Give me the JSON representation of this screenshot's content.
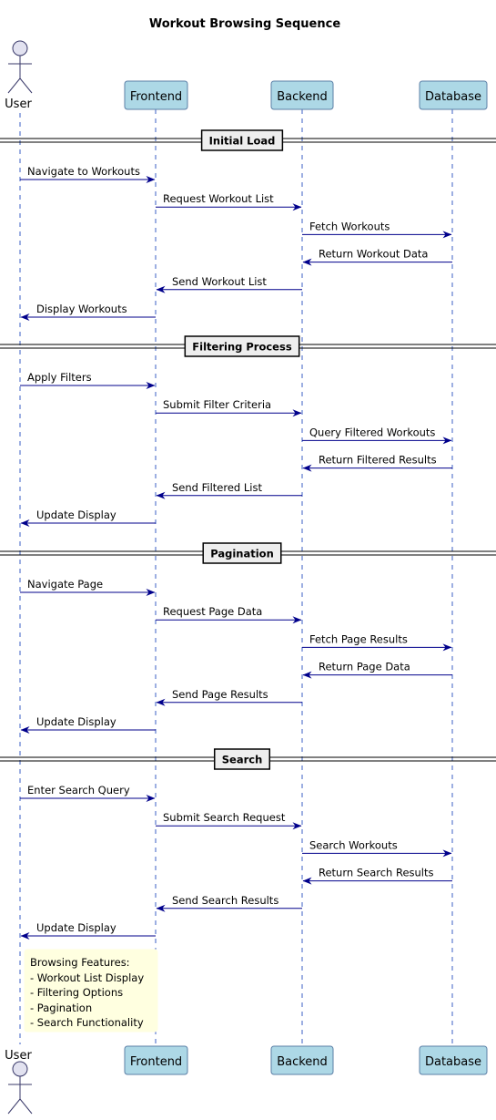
{
  "title": "Workout Browsing Sequence",
  "actor": {
    "label": "User"
  },
  "participants": [
    "Frontend",
    "Backend",
    "Database"
  ],
  "sections": [
    {
      "label": "Initial Load",
      "messages": [
        {
          "from": 0,
          "to": 1,
          "text": "Navigate to Workouts"
        },
        {
          "from": 1,
          "to": 2,
          "text": "Request Workout List"
        },
        {
          "from": 2,
          "to": 3,
          "text": "Fetch Workouts"
        },
        {
          "from": 3,
          "to": 2,
          "text": "Return Workout Data"
        },
        {
          "from": 2,
          "to": 1,
          "text": "Send Workout List"
        },
        {
          "from": 1,
          "to": 0,
          "text": "Display Workouts"
        }
      ]
    },
    {
      "label": "Filtering Process",
      "messages": [
        {
          "from": 0,
          "to": 1,
          "text": "Apply Filters"
        },
        {
          "from": 1,
          "to": 2,
          "text": "Submit Filter Criteria"
        },
        {
          "from": 2,
          "to": 3,
          "text": "Query Filtered Workouts"
        },
        {
          "from": 3,
          "to": 2,
          "text": "Return Filtered Results"
        },
        {
          "from": 2,
          "to": 1,
          "text": "Send Filtered List"
        },
        {
          "from": 1,
          "to": 0,
          "text": "Update Display"
        }
      ]
    },
    {
      "label": "Pagination",
      "messages": [
        {
          "from": 0,
          "to": 1,
          "text": "Navigate Page"
        },
        {
          "from": 1,
          "to": 2,
          "text": "Request Page Data"
        },
        {
          "from": 2,
          "to": 3,
          "text": "Fetch Page Results"
        },
        {
          "from": 3,
          "to": 2,
          "text": "Return Page Data"
        },
        {
          "from": 2,
          "to": 1,
          "text": "Send Page Results"
        },
        {
          "from": 1,
          "to": 0,
          "text": "Update Display"
        }
      ]
    },
    {
      "label": "Search",
      "messages": [
        {
          "from": 0,
          "to": 1,
          "text": "Enter Search Query"
        },
        {
          "from": 1,
          "to": 2,
          "text": "Submit Search Request"
        },
        {
          "from": 2,
          "to": 3,
          "text": "Search Workouts"
        },
        {
          "from": 3,
          "to": 2,
          "text": "Return Search Results"
        },
        {
          "from": 2,
          "to": 1,
          "text": "Send Search Results"
        },
        {
          "from": 1,
          "to": 0,
          "text": "Update Display"
        }
      ]
    }
  ],
  "note": {
    "lines": [
      "Browsing Features:",
      "- Workout List Display",
      "- Filtering Options",
      "- Pagination",
      "- Search Functionality"
    ]
  },
  "colors": {
    "participant_fill": "#add8e6",
    "participant_stroke": "#5b7fa6",
    "actor_fill": "#e2e2f0",
    "actor_stroke": "#3a3a6a",
    "arrow": "#00008b",
    "lifeline": "#3b5fc4",
    "note_fill": "#ffffe0",
    "section_fill": "#eeeeee"
  }
}
